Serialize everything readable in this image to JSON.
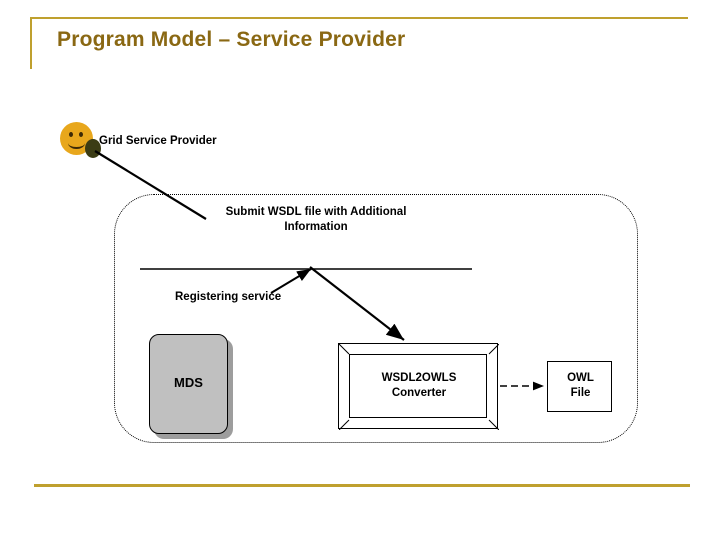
{
  "slide": {
    "title": "Program Model – Service Provider",
    "accent_color": "#bfa02e",
    "title_color": "#8a6813",
    "background_color": "#ffffff"
  },
  "actor": {
    "icon": "smiley-face-icon",
    "label": "Grid Service Provider",
    "face_color": "#e8a71c",
    "connector_color": "#3b3c14"
  },
  "annotations": {
    "submit": "Submit WSDL file with Additional Information",
    "registering": "Registering service"
  },
  "nodes": {
    "mds": {
      "label": "MDS",
      "fill": "#c0c0c0"
    },
    "converter": {
      "line1": "WSDL2OWLS",
      "line2": "Converter"
    },
    "owl_file": {
      "line1": "OWL",
      "line2": "File"
    }
  }
}
